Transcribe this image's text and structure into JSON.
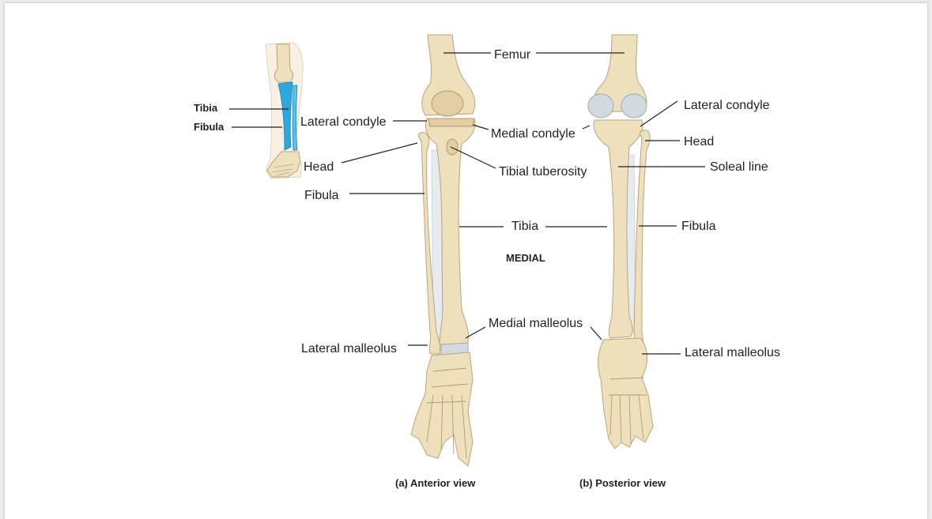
{
  "inset": {
    "tibia": "Tibia",
    "fibula": "Fibula"
  },
  "anterior": {
    "femur": "Femur",
    "lateral_condyle": "Lateral condyle",
    "medial_condyle": "Medial condyle",
    "head": "Head",
    "tibial_tuberosity": "Tibial tuberosity",
    "fibula": "Fibula",
    "tibia": "Tibia",
    "medial": "MEDIAL",
    "medial_malleolus": "Medial malleolus",
    "lateral_malleolus": "Lateral malleolus",
    "caption": "(a) Anterior view"
  },
  "posterior": {
    "lateral_condyle": "Lateral condyle",
    "head": "Head",
    "soleal_line": "Soleal line",
    "fibula": "Fibula",
    "lateral_malleolus": "Lateral malleolus",
    "caption": "(b) Posterior view"
  },
  "colors": {
    "bone": "#efe0bd",
    "highlight": "#2aa9e0",
    "membrane": "#e6ebf0",
    "cartilage": "#d3dadf"
  }
}
